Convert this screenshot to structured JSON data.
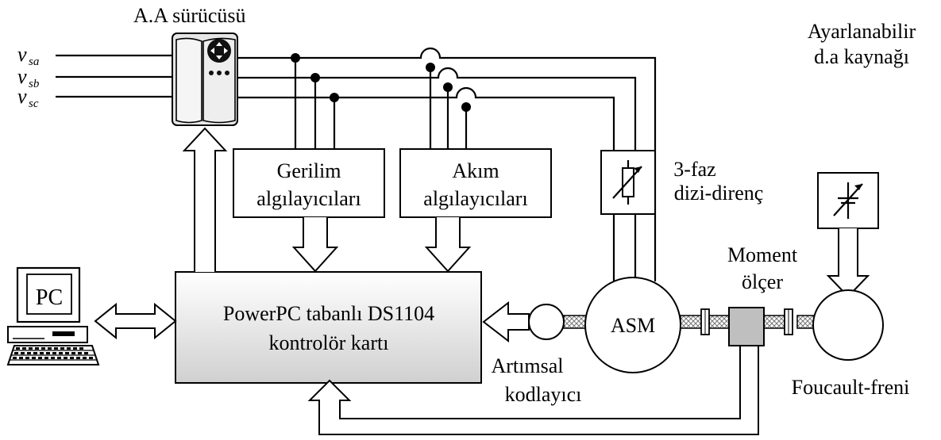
{
  "labels": {
    "drive": "A.A  sürücüsü",
    "voltage_sensors_line1": "Gerilim",
    "voltage_sensors_line2": "algılayıcıları",
    "current_sensors_line1": "Akım",
    "current_sensors_line2": "algılayıcıları",
    "resistor_line1": "3-faz",
    "resistor_line2": "dizi-direnç",
    "dc_source_line1": "Ayarlanabilir",
    "dc_source_line2": "d.a kaynağı",
    "torque_line1": "Moment",
    "torque_line2": "ölçer",
    "controller_line1": "PowerPC tabanlı DS1104",
    "controller_line2": "kontrolör kartı",
    "pc": "PC",
    "motor": "ASM",
    "encoder_line1": "Artımsal",
    "encoder_line2": "kodlayıcı",
    "brake": "Foucault-freni"
  },
  "inputs": [
    {
      "var": "v",
      "sub": "sa"
    },
    {
      "var": "v",
      "sub": "sb"
    },
    {
      "var": "v",
      "sub": "sc"
    }
  ],
  "colors": {
    "line": "#000000",
    "drive_body": "#e6e6e6",
    "controller_fill_top": "#ffffff",
    "controller_fill_bottom": "#d4d4d4",
    "torque_sensor": "#bfbfbf",
    "shaft": "#9a9a9a"
  }
}
